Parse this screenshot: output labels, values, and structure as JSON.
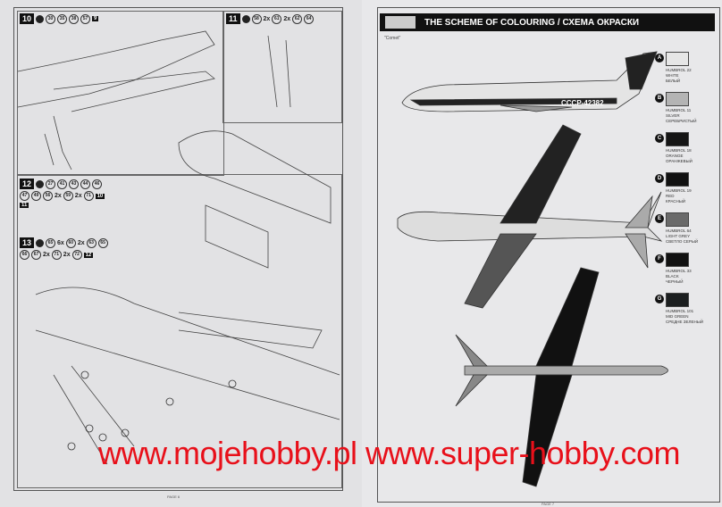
{
  "left_page": {
    "page_label": "PAGE 6",
    "steps": [
      {
        "number": "10",
        "parts": [
          "30",
          "35",
          "38",
          "57"
        ],
        "refs": [
          "9"
        ]
      },
      {
        "number": "11",
        "parts": [
          "58",
          "2x",
          "61",
          "2x",
          "62",
          "64"
        ],
        "refs": []
      },
      {
        "number": "12",
        "parts": [
          "27",
          "41",
          "43",
          "44",
          "46",
          "47",
          "49",
          "56",
          "2x",
          "59",
          "2x",
          "71"
        ],
        "refs": [
          "10",
          "11"
        ]
      },
      {
        "number": "13",
        "parts": [
          "65",
          "6x",
          "60",
          "2x",
          "63",
          "65",
          "66",
          "67",
          "2x",
          "71",
          "2x",
          "72"
        ],
        "refs": [
          "12"
        ]
      }
    ]
  },
  "right_page": {
    "title": "THE SCHEME OF COLOURING / СХЕМА ОКРАСКИ",
    "subtitle": "\"Comet\"",
    "registration": "СССР-42382",
    "page_label": "PAGE 7",
    "legend": [
      {
        "letter": "A",
        "paint": "HUMBROL 22",
        "name": "WHITE",
        "name_ru": "БЕЛЫЙ",
        "color": "#e6e6e6"
      },
      {
        "letter": "B",
        "paint": "HUMBROL 11",
        "name": "SILVER",
        "name_ru": "СЕРЕБРИСТЫЙ",
        "color": "#b4b4b4"
      },
      {
        "letter": "C",
        "paint": "HUMBROL 18",
        "name": "ORANGE",
        "name_ru": "ОРАНЖЕВЫЙ",
        "color": "#151515"
      },
      {
        "letter": "D",
        "paint": "HUMBROL 19",
        "name": "RED",
        "name_ru": "КРАСНЫЙ",
        "color": "#111111"
      },
      {
        "letter": "E",
        "paint": "HUMBROL 64",
        "name": "LIGHT GREY",
        "name_ru": "СВЕТЛО СЕРЫЙ",
        "color": "#6a6a6a"
      },
      {
        "letter": "F",
        "paint": "HUMBROL 33",
        "name": "BLACK",
        "name_ru": "ЧЕРНЫЙ",
        "color": "#111111"
      },
      {
        "letter": "G",
        "paint": "HUMBROL 101",
        "name": "MID GREEN",
        "name_ru": "СРЕДНЕ ЗЕЛЕНЫЙ",
        "color": "#1c1f20"
      }
    ]
  },
  "watermark": "www.mojehobby.pl www.super-hobby.com"
}
